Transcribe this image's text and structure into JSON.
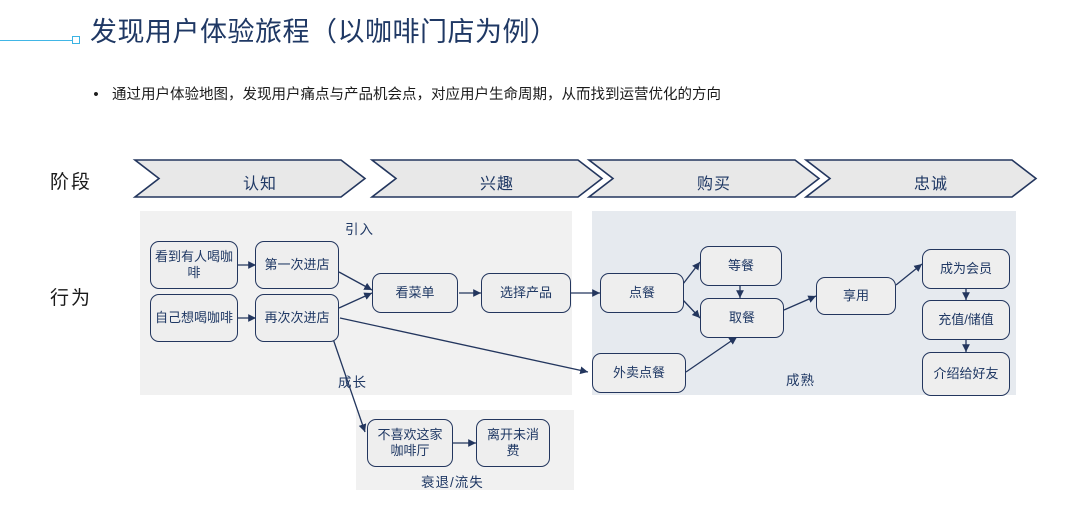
{
  "slide": {
    "title": "发现用户体验旅程（以咖啡门店为例）",
    "bullet_marker": "•",
    "bullet": "通过用户体验地图，发现用户痛点与产品机会点，对应用户生命周期，从而找到运营优化的方向",
    "accent_color": "#3bb3e3",
    "title_color": "#1f3864",
    "box_fill": "#eeeeee",
    "box_border": "#23365e",
    "panel_left_fill": "#f1f1f1",
    "panel_right_fill": "#e6eaef"
  },
  "rows": {
    "stage_label": "阶段",
    "behavior_label": "行为"
  },
  "stages": [
    {
      "label": "认知"
    },
    {
      "label": "兴趣"
    },
    {
      "label": "购买"
    },
    {
      "label": "忠诚"
    }
  ],
  "phase_captions": [
    {
      "label": "引入"
    },
    {
      "label": "成长"
    },
    {
      "label": "成熟"
    },
    {
      "label": "衰退/流失"
    }
  ],
  "nodes": [
    {
      "id": "see-others",
      "label": "看到有人喝咖啡"
    },
    {
      "id": "want-self",
      "label": "自己想喝咖啡"
    },
    {
      "id": "first-visit",
      "label": "第一次进店"
    },
    {
      "id": "repeat-visit",
      "label": "再次次进店"
    },
    {
      "id": "view-menu",
      "label": "看菜单"
    },
    {
      "id": "choose-prod",
      "label": "选择产品"
    },
    {
      "id": "order",
      "label": "点餐"
    },
    {
      "id": "wait-meal",
      "label": "等餐"
    },
    {
      "id": "pickup-meal",
      "label": "取餐"
    },
    {
      "id": "delivery",
      "label": "外卖点餐"
    },
    {
      "id": "enjoy",
      "label": "享用"
    },
    {
      "id": "member",
      "label": "成为会员"
    },
    {
      "id": "topup",
      "label": "充值/储值"
    },
    {
      "id": "refer",
      "label": "介绍给好友"
    },
    {
      "id": "dislike",
      "label": "不喜欢这家咖啡厅"
    },
    {
      "id": "leave",
      "label": "离开未消费"
    }
  ]
}
